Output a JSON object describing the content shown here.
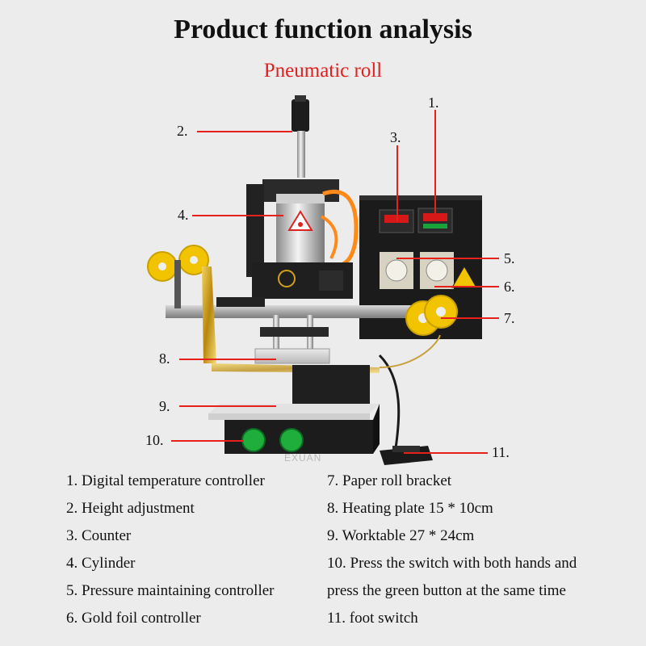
{
  "title": "Product function analysis",
  "subtitle": "Pneumatic roll",
  "watermark": "EXUAN",
  "callouts": [
    "1.",
    "2.",
    "3.",
    "4.",
    "5.",
    "6.",
    "7.",
    "8.",
    "9.",
    "10.",
    "11."
  ],
  "legend_left": [
    "1. Digital temperature controller",
    "2. Height adjustment",
    "3. Counter",
    "4. Cylinder",
    "5. Pressure maintaining controller",
    "6. Gold foil controller"
  ],
  "legend_right": [
    "7. Paper roll bracket",
    "8. Heating plate 15 * 10cm",
    "9. Worktable 27 * 24cm",
    "10. Press the switch with both hands and",
    "press the green button at the same time",
    "11. foot switch"
  ],
  "colors": {
    "accent_red": "#e02020",
    "leader_red": "#e8201c",
    "spool_yellow": "#f2c400",
    "button_green": "#1fae3c",
    "body_black": "#1b1b1b"
  }
}
